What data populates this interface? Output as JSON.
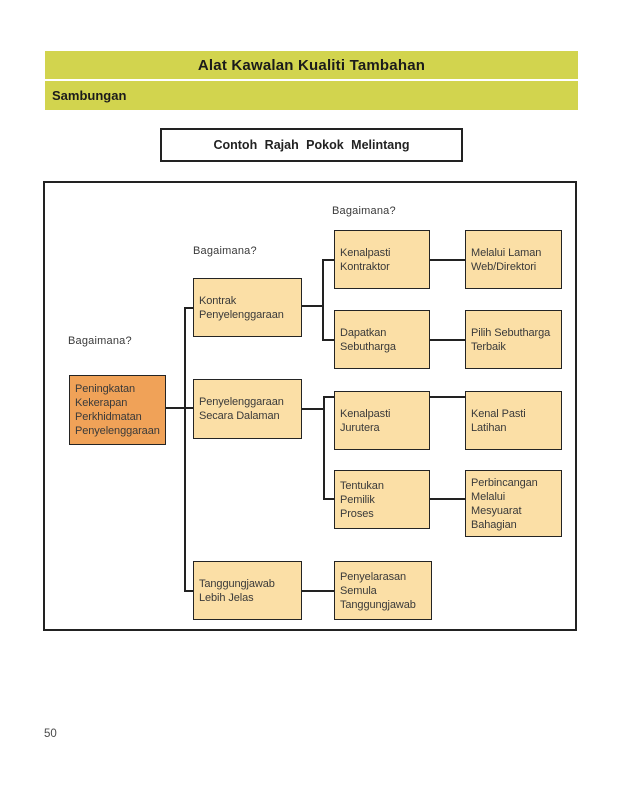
{
  "header": {
    "title": "Alat Kawalan Kualiti Tambahan",
    "subtitle": "Sambungan"
  },
  "caption": "Contoh Rajah Pokok Melintang",
  "diagram": {
    "how_labels": [
      "Bagaimana?",
      "Bagaimana?",
      "Bagaimana?"
    ],
    "nodes": [
      {
        "id": "root",
        "text": "Peningkatan\nKekerapan\nPerkhidmatan\nPenyelenggaraan"
      },
      {
        "id": "kontrak",
        "text": "Kontrak\nPenyelenggaraan"
      },
      {
        "id": "dalaman",
        "text": "Penyelenggaraan\nSecara Dalaman"
      },
      {
        "id": "tanggungjawab",
        "text": "Tanggungjawab\nLebih Jelas"
      },
      {
        "id": "kontraktor",
        "text": "Kenalpasti\nKontraktor"
      },
      {
        "id": "sebutharga",
        "text": "Dapatkan\nSebutharga"
      },
      {
        "id": "jurutera",
        "text": "Kenalpasti\nJurutera"
      },
      {
        "id": "pemilik",
        "text": "Tentukan\nPemilik\nProses"
      },
      {
        "id": "penyelarasan",
        "text": "Penyelarasan\nSemula\nTanggungjawab"
      },
      {
        "id": "web",
        "text": "Melalui Laman\nWeb/Direktori"
      },
      {
        "id": "terbaik",
        "text": "Pilih Sebutharga\nTerbaik"
      },
      {
        "id": "latihan",
        "text": "Kenal Pasti\nLatihan"
      },
      {
        "id": "mesyuarat",
        "text": "Perbincangan\nMelalui\nMesyuarat\nBahagian"
      }
    ]
  },
  "page_number": "50",
  "colors": {
    "header_bar": "#d2d44e",
    "node_fill": "#fbdfa6",
    "root_fill": "#f0a258",
    "line": "#222222",
    "text": "#3a3a3a"
  }
}
